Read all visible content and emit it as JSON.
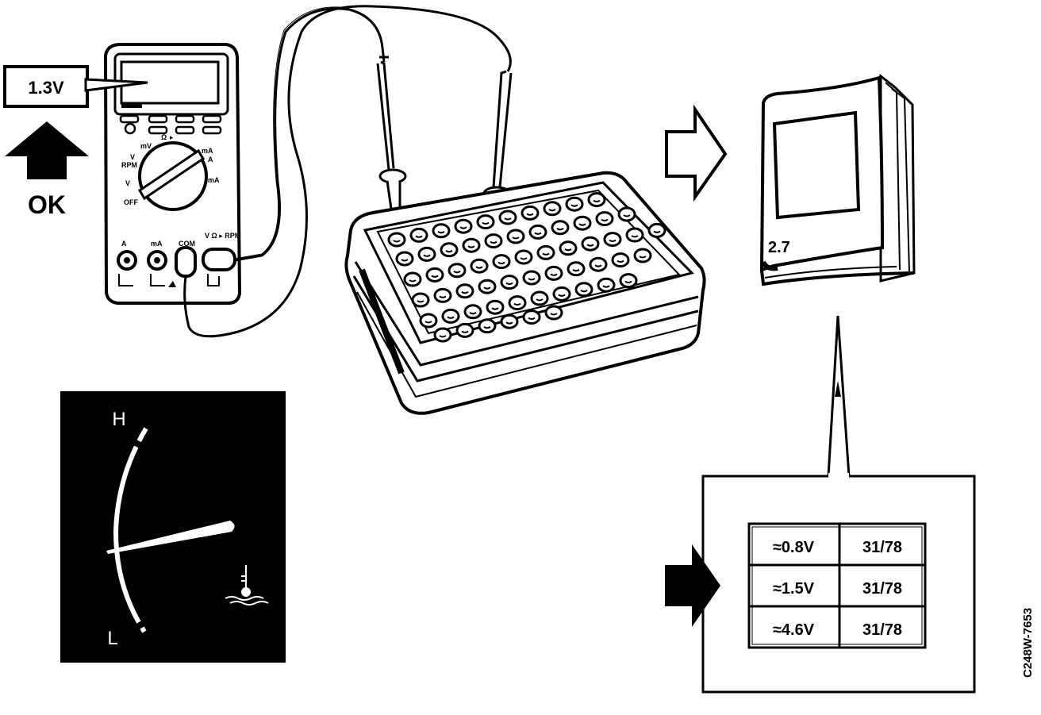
{
  "meter": {
    "reading_label": "1.3V",
    "status_label": "OK",
    "dial_labels": [
      "mV",
      "Ω",
      "▸",
      "mA",
      "RPM",
      "V",
      "mA",
      "A",
      "OFF",
      "V"
    ],
    "jack_labels": [
      "A",
      "mA",
      "COM",
      "V Ω ▸ RPM"
    ]
  },
  "gauge": {
    "high_label": "H",
    "low_label": "L",
    "icon": "coolant-temperature-icon"
  },
  "manual": {
    "page_label": "2.7"
  },
  "spec_table": {
    "rows": [
      {
        "voltage": "≈0.8V",
        "pins": "31/78"
      },
      {
        "voltage": "≈1.5V",
        "pins": "31/78"
      },
      {
        "voltage": "≈4.6V",
        "pins": "31/78"
      }
    ]
  },
  "figure_code": "C248W-7653",
  "colors": {
    "ink": "#000000",
    "paper": "#ffffff"
  }
}
